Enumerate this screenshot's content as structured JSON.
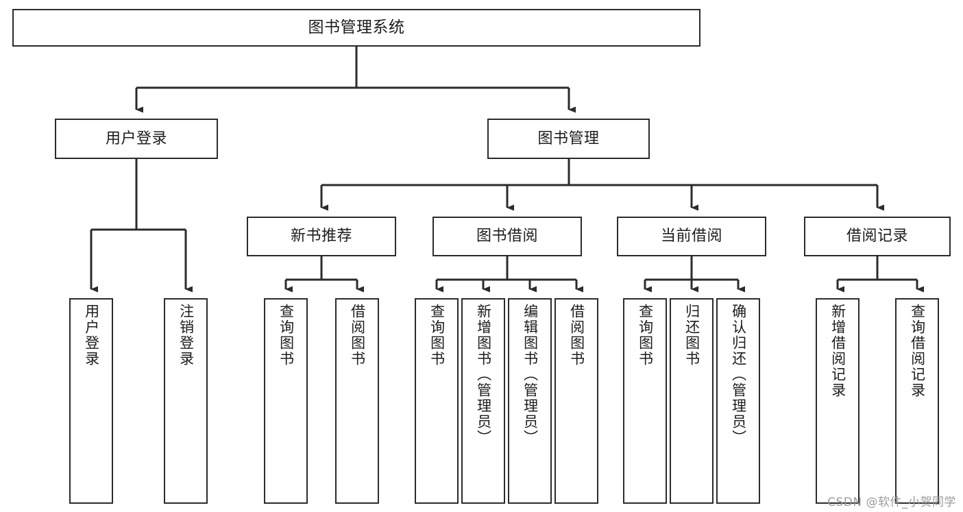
{
  "diagram": {
    "title": "图书管理系统",
    "type": "tree",
    "orientation": "top-down",
    "colors": {
      "box_border": "#2b2b2b",
      "box_fill": "#ffffff",
      "edge": "#2b2b2b",
      "text": "#1c1c1c",
      "watermark": "#9a9a9a",
      "background": "#ffffff"
    },
    "root": {
      "label": "图书管理系统"
    },
    "level2": [
      {
        "label": "用户登录"
      },
      {
        "label": "图书管理"
      }
    ],
    "level3": [
      {
        "label": "新书推荐"
      },
      {
        "label": "图书借阅"
      },
      {
        "label": "当前借阅"
      },
      {
        "label": "借阅记录"
      }
    ],
    "leaves": {
      "user_login": [
        {
          "label": "用户登录"
        },
        {
          "label": "注销登录"
        }
      ],
      "new_book_recommend": [
        {
          "label": "查询图书"
        },
        {
          "label": "借阅图书"
        }
      ],
      "book_borrow": [
        {
          "label": "查询图书"
        },
        {
          "label": "新增图书（管理员）"
        },
        {
          "label": "编辑图书（管理员）"
        },
        {
          "label": "借阅图书"
        }
      ],
      "current_borrow": [
        {
          "label": "查询图书"
        },
        {
          "label": "归还图书"
        },
        {
          "label": "确认归还（管理员）"
        }
      ],
      "borrow_record": [
        {
          "label": "新增借阅记录"
        },
        {
          "label": "查询借阅记录"
        }
      ]
    }
  },
  "watermark": {
    "text": "CSDN @软件_小贺同学"
  }
}
